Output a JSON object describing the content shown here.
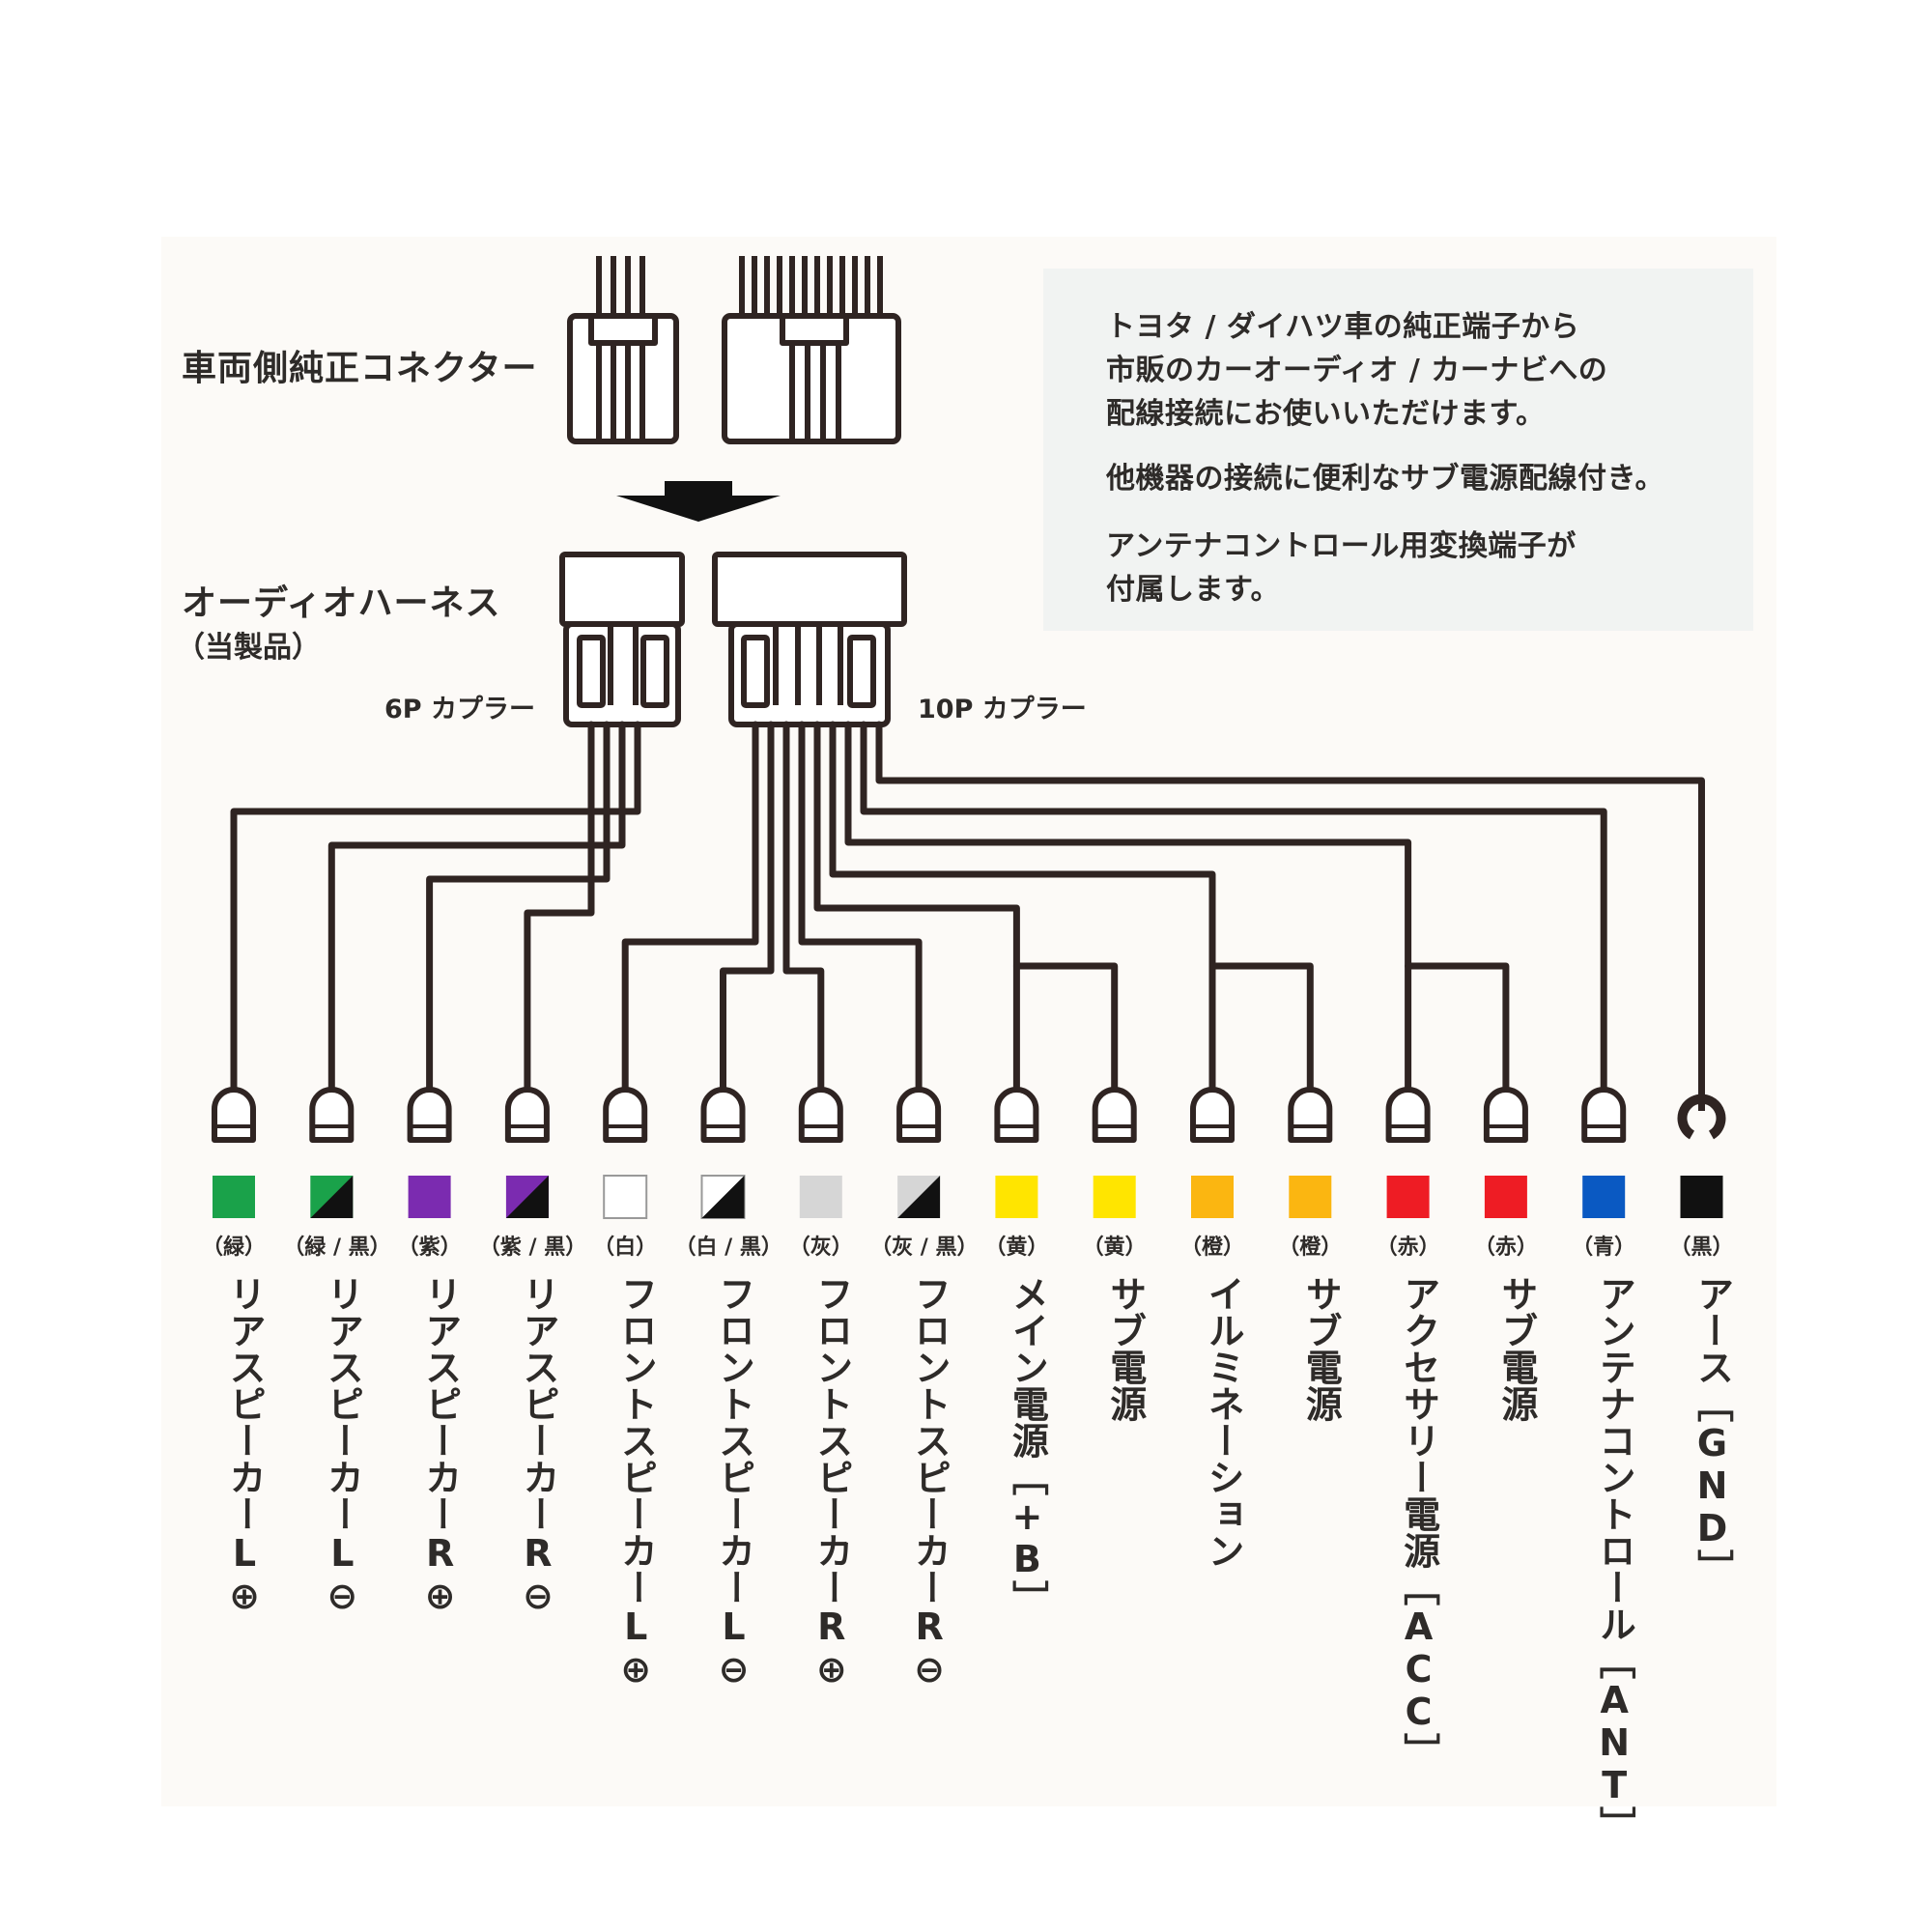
{
  "title_connector": "車両側純正コネクター",
  "title_harness": "オーディオハーネス",
  "title_harness_sub": "（当製品）",
  "coupler_6p": "6P カプラー",
  "coupler_10p": "10P カプラー",
  "info": [
    "トヨタ / ダイハツ車の純正端子から",
    "市販のカーオーディオ / カーナビへの",
    "配線接続にお使いいただけます。",
    "他機器の接続に便利なサブ電源配線付き。",
    "アンテナコントロール用変換端子が",
    "付属します。"
  ],
  "wires": [
    {
      "color_name": "（緑）",
      "func": "リアスピーカーL⊕",
      "fill": "#1aa24a",
      "split": null
    },
    {
      "color_name": "（緑 / 黒）",
      "func": "リアスピーカーL⊖",
      "fill": "#1aa24a",
      "split": "#111111"
    },
    {
      "color_name": "（紫）",
      "func": "リアスピーカーR⊕",
      "fill": "#7b2bb0",
      "split": null
    },
    {
      "color_name": "（紫 / 黒）",
      "func": "リアスピーカーR⊖",
      "fill": "#7b2bb0",
      "split": "#111111"
    },
    {
      "color_name": "（白）",
      "func": "フロントスピーカーL⊕",
      "fill": "#ffffff",
      "split": null
    },
    {
      "color_name": "（白 / 黒）",
      "func": "フロントスピーカーL⊖",
      "fill": "#ffffff",
      "split": "#111111"
    },
    {
      "color_name": "（灰）",
      "func": "フロントスピーカーR⊕",
      "fill": "#d6d6d6",
      "split": null
    },
    {
      "color_name": "（灰 / 黒）",
      "func": "フロントスピーカーR⊖",
      "fill": "#d6d6d6",
      "split": "#111111"
    },
    {
      "color_name": "（黄）",
      "func": "メイン電源［+B］",
      "fill": "#ffe500",
      "split": null
    },
    {
      "color_name": "（黄）",
      "func": "サブ電源",
      "fill": "#ffe500",
      "split": null
    },
    {
      "color_name": "（橙）",
      "func": "イルミネーション",
      "fill": "#fbb611",
      "split": null
    },
    {
      "color_name": "（橙）",
      "func": "サブ電源",
      "fill": "#fbb611",
      "split": null
    },
    {
      "color_name": "（赤）",
      "func": "アクセサリー電源［ACC］",
      "fill": "#ee1c24",
      "split": null
    },
    {
      "color_name": "（赤）",
      "func": "サブ電源",
      "fill": "#ee1c24",
      "split": null
    },
    {
      "color_name": "（青）",
      "func": "アンテナコントロール［ANT］",
      "fill": "#0a59c2",
      "split": null
    },
    {
      "color_name": "（黒）",
      "func": "アース［GND］",
      "fill": "#111111",
      "split": null
    }
  ]
}
